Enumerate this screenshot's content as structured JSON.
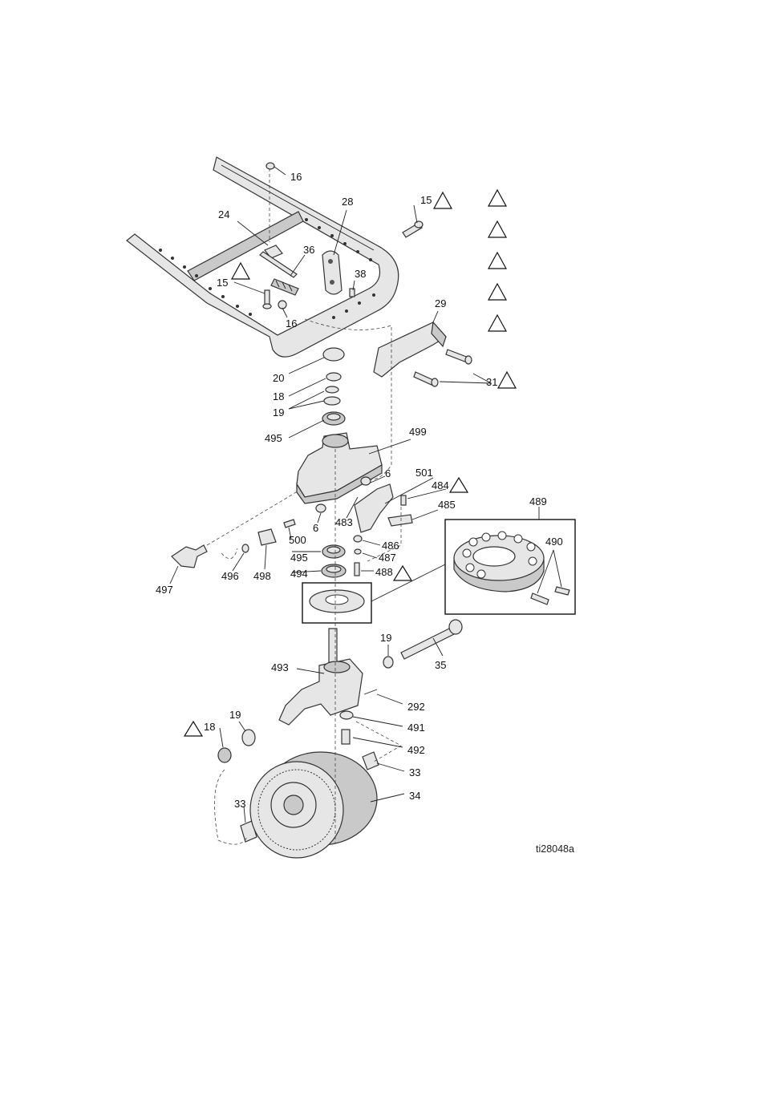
{
  "figure_ref": "ti28048a",
  "legend_triangle_count": 5,
  "callouts": {
    "c16_top": "16",
    "c24": "24",
    "c28": "28",
    "c15_top": "15",
    "c36": "36",
    "c15_left": "15",
    "c38": "38",
    "c16_mid": "16",
    "c29": "29",
    "c20": "20",
    "c18": "18",
    "c19": "19",
    "c31": "31",
    "c495_top": "495",
    "c499": "499",
    "c6_right": "6",
    "c501": "501",
    "c484": "484",
    "c485": "485",
    "c6_left": "6",
    "c483": "483",
    "c500": "500",
    "c486": "486",
    "c487": "487",
    "c495_low": "495",
    "c494": "494",
    "c488": "488",
    "c497": "497",
    "c496": "496",
    "c498": "498",
    "c489": "489",
    "c490": "490",
    "c19_right": "19",
    "c35": "35",
    "c493": "493",
    "c292": "292",
    "c19_left": "19",
    "c18_left": "18",
    "c491": "491",
    "c492": "492",
    "c33_right": "33",
    "c34": "34",
    "c33_left": "33"
  }
}
